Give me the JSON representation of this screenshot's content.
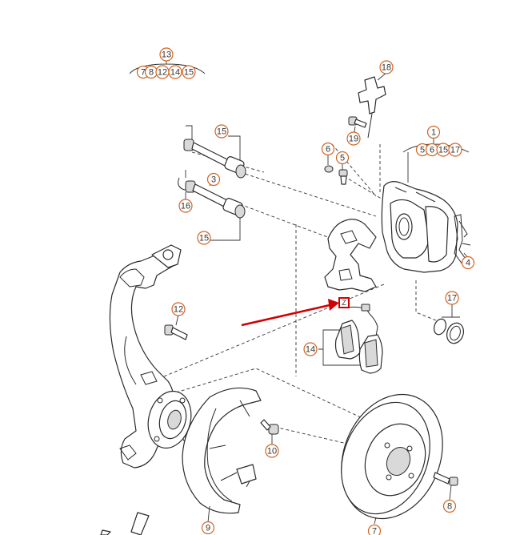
{
  "colors": {
    "callout_ring": "#d4621f",
    "callout_text": "#333333",
    "highlight_arrow": "#d00000",
    "line_art": "#2a2a2a"
  },
  "callouts": {
    "c13": "13",
    "c7": "7",
    "c8": "8",
    "c12a": "12",
    "c14a": "14",
    "c15a": "15",
    "c18": "18",
    "c19": "19",
    "c15b": "15",
    "c3": "3",
    "c16": "16",
    "c15c": "15",
    "c6": "6",
    "c5": "5",
    "c1": "1",
    "c5b": "5",
    "c6b": "6",
    "c15d": "15",
    "c17a": "17",
    "c4": "4",
    "c17b": "17",
    "c12b": "12",
    "c14b": "14",
    "c10": "10",
    "c9": "9",
    "c8b": "8",
    "c7b": "7"
  },
  "marker": {
    "label": "Z",
    "icon": "red-arrow-pointer"
  }
}
